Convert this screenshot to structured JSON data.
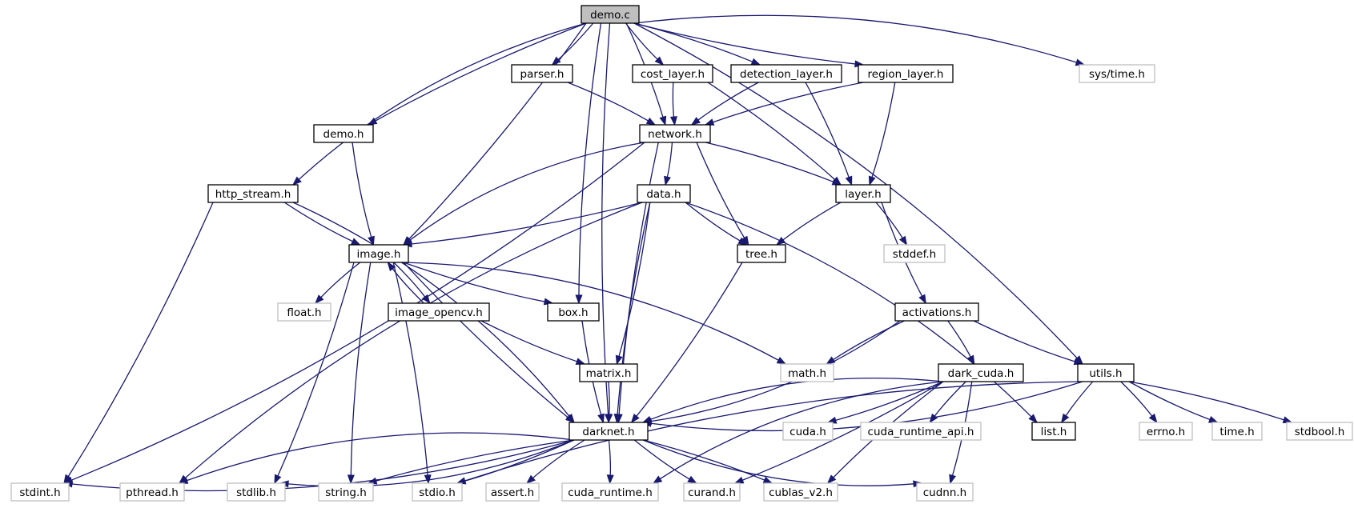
{
  "colors": {
    "edge": "#191970",
    "root_fill": "#bfbfbf",
    "normal_border": "#000000",
    "external_border": "#bfbfbf",
    "text": "#000000"
  },
  "nodes": {
    "demo_c": {
      "label": "demo.c",
      "kind": "root"
    },
    "parser_h": {
      "label": "parser.h",
      "kind": "normal"
    },
    "cost_layer_h": {
      "label": "cost_layer.h",
      "kind": "normal"
    },
    "detection_layer_h": {
      "label": "detection_layer.h",
      "kind": "normal"
    },
    "region_layer_h": {
      "label": "region_layer.h",
      "kind": "normal"
    },
    "sys_time_h": {
      "label": "sys/time.h",
      "kind": "external"
    },
    "demo_h": {
      "label": "demo.h",
      "kind": "normal"
    },
    "network_h": {
      "label": "network.h",
      "kind": "normal"
    },
    "http_stream_h": {
      "label": "http_stream.h",
      "kind": "normal"
    },
    "data_h": {
      "label": "data.h",
      "kind": "normal"
    },
    "layer_h": {
      "label": "layer.h",
      "kind": "normal"
    },
    "image_h": {
      "label": "image.h",
      "kind": "normal"
    },
    "tree_h": {
      "label": "tree.h",
      "kind": "normal"
    },
    "stddef_h": {
      "label": "stddef.h",
      "kind": "external"
    },
    "float_h": {
      "label": "float.h",
      "kind": "external"
    },
    "image_opencv_h": {
      "label": "image_opencv.h",
      "kind": "normal"
    },
    "box_h": {
      "label": "box.h",
      "kind": "normal"
    },
    "activations_h": {
      "label": "activations.h",
      "kind": "normal"
    },
    "matrix_h": {
      "label": "matrix.h",
      "kind": "normal"
    },
    "math_h": {
      "label": "math.h",
      "kind": "external"
    },
    "dark_cuda_h": {
      "label": "dark_cuda.h",
      "kind": "normal"
    },
    "utils_h": {
      "label": "utils.h",
      "kind": "normal"
    },
    "darknet_h": {
      "label": "darknet.h",
      "kind": "normal"
    },
    "cuda_h": {
      "label": "cuda.h",
      "kind": "external"
    },
    "cuda_runtime_api_h": {
      "label": "cuda_runtime_api.h",
      "kind": "external"
    },
    "list_h": {
      "label": "list.h",
      "kind": "normal"
    },
    "errno_h": {
      "label": "errno.h",
      "kind": "external"
    },
    "time_h": {
      "label": "time.h",
      "kind": "external"
    },
    "stdbool_h": {
      "label": "stdbool.h",
      "kind": "external"
    },
    "stdint_h": {
      "label": "stdint.h",
      "kind": "external"
    },
    "pthread_h": {
      "label": "pthread.h",
      "kind": "external"
    },
    "stdlib_h": {
      "label": "stdlib.h",
      "kind": "external"
    },
    "string_h": {
      "label": "string.h",
      "kind": "external"
    },
    "stdio_h": {
      "label": "stdio.h",
      "kind": "external"
    },
    "assert_h": {
      "label": "assert.h",
      "kind": "external"
    },
    "cuda_runtime_h": {
      "label": "cuda_runtime.h",
      "kind": "external"
    },
    "curand_h": {
      "label": "curand.h",
      "kind": "external"
    },
    "cublas_v2_h": {
      "label": "cublas_v2.h",
      "kind": "external"
    },
    "cudnn_h": {
      "label": "cudnn.h",
      "kind": "external"
    }
  },
  "edges": [
    [
      "demo_c",
      "parser_h"
    ],
    [
      "demo_c",
      "cost_layer_h"
    ],
    [
      "demo_c",
      "detection_layer_h"
    ],
    [
      "demo_c",
      "region_layer_h"
    ],
    [
      "demo_c",
      "sys_time_h"
    ],
    [
      "demo_c",
      "demo_h"
    ],
    [
      "demo_c",
      "network_h"
    ],
    [
      "demo_c",
      "http_stream_h"
    ],
    [
      "demo_c",
      "image_h"
    ],
    [
      "demo_c",
      "box_h"
    ],
    [
      "demo_c",
      "utils_h"
    ],
    [
      "demo_c",
      "darknet_h"
    ],
    [
      "parser_h",
      "network_h"
    ],
    [
      "cost_layer_h",
      "network_h"
    ],
    [
      "cost_layer_h",
      "layer_h"
    ],
    [
      "detection_layer_h",
      "network_h"
    ],
    [
      "detection_layer_h",
      "layer_h"
    ],
    [
      "region_layer_h",
      "network_h"
    ],
    [
      "region_layer_h",
      "layer_h"
    ],
    [
      "demo_h",
      "image_h"
    ],
    [
      "network_h",
      "stdint_h"
    ],
    [
      "network_h",
      "image_h"
    ],
    [
      "network_h",
      "data_h"
    ],
    [
      "network_h",
      "tree_h"
    ],
    [
      "network_h",
      "layer_h"
    ],
    [
      "network_h",
      "darknet_h"
    ],
    [
      "http_stream_h",
      "stdint_h"
    ],
    [
      "http_stream_h",
      "image_h"
    ],
    [
      "http_stream_h",
      "darknet_h"
    ],
    [
      "data_h",
      "pthread_h"
    ],
    [
      "data_h",
      "image_h"
    ],
    [
      "data_h",
      "tree_h"
    ],
    [
      "data_h",
      "matrix_h"
    ],
    [
      "data_h",
      "darknet_h"
    ],
    [
      "data_h",
      "list_h"
    ],
    [
      "layer_h",
      "tree_h"
    ],
    [
      "layer_h",
      "stddef_h"
    ],
    [
      "layer_h",
      "activations_h"
    ],
    [
      "image_h",
      "stdlib_h"
    ],
    [
      "image_h",
      "string_h"
    ],
    [
      "image_h",
      "stdio_h"
    ],
    [
      "image_h",
      "float_h"
    ],
    [
      "image_h",
      "image_opencv_h"
    ],
    [
      "image_h",
      "box_h"
    ],
    [
      "image_h",
      "math_h"
    ],
    [
      "image_h",
      "darknet_h"
    ],
    [
      "image_opencv_h",
      "image_h"
    ],
    [
      "image_opencv_h",
      "matrix_h"
    ],
    [
      "tree_h",
      "darknet_h"
    ],
    [
      "box_h",
      "darknet_h"
    ],
    [
      "matrix_h",
      "darknet_h"
    ],
    [
      "activations_h",
      "math_h"
    ],
    [
      "activations_h",
      "dark_cuda_h"
    ],
    [
      "activations_h",
      "utils_h"
    ],
    [
      "activations_h",
      "darknet_h"
    ],
    [
      "dark_cuda_h",
      "darknet_h"
    ],
    [
      "dark_cuda_h",
      "cuda_h"
    ],
    [
      "dark_cuda_h",
      "cuda_runtime_api_h"
    ],
    [
      "dark_cuda_h",
      "cudnn_h"
    ],
    [
      "dark_cuda_h",
      "cuda_runtime_h"
    ],
    [
      "dark_cuda_h",
      "curand_h"
    ],
    [
      "dark_cuda_h",
      "cublas_v2_h"
    ],
    [
      "utils_h",
      "darknet_h"
    ],
    [
      "utils_h",
      "list_h"
    ],
    [
      "utils_h",
      "errno_h"
    ],
    [
      "utils_h",
      "time_h"
    ],
    [
      "utils_h",
      "stdbool_h"
    ],
    [
      "utils_h",
      "stdio_h"
    ],
    [
      "darknet_h",
      "stdint_h"
    ],
    [
      "darknet_h",
      "pthread_h"
    ],
    [
      "darknet_h",
      "stdlib_h"
    ],
    [
      "darknet_h",
      "string_h"
    ],
    [
      "darknet_h",
      "stdio_h"
    ],
    [
      "darknet_h",
      "assert_h"
    ],
    [
      "darknet_h",
      "cuda_runtime_h"
    ],
    [
      "darknet_h",
      "curand_h"
    ],
    [
      "darknet_h",
      "cublas_v2_h"
    ],
    [
      "darknet_h",
      "cudnn_h"
    ]
  ]
}
